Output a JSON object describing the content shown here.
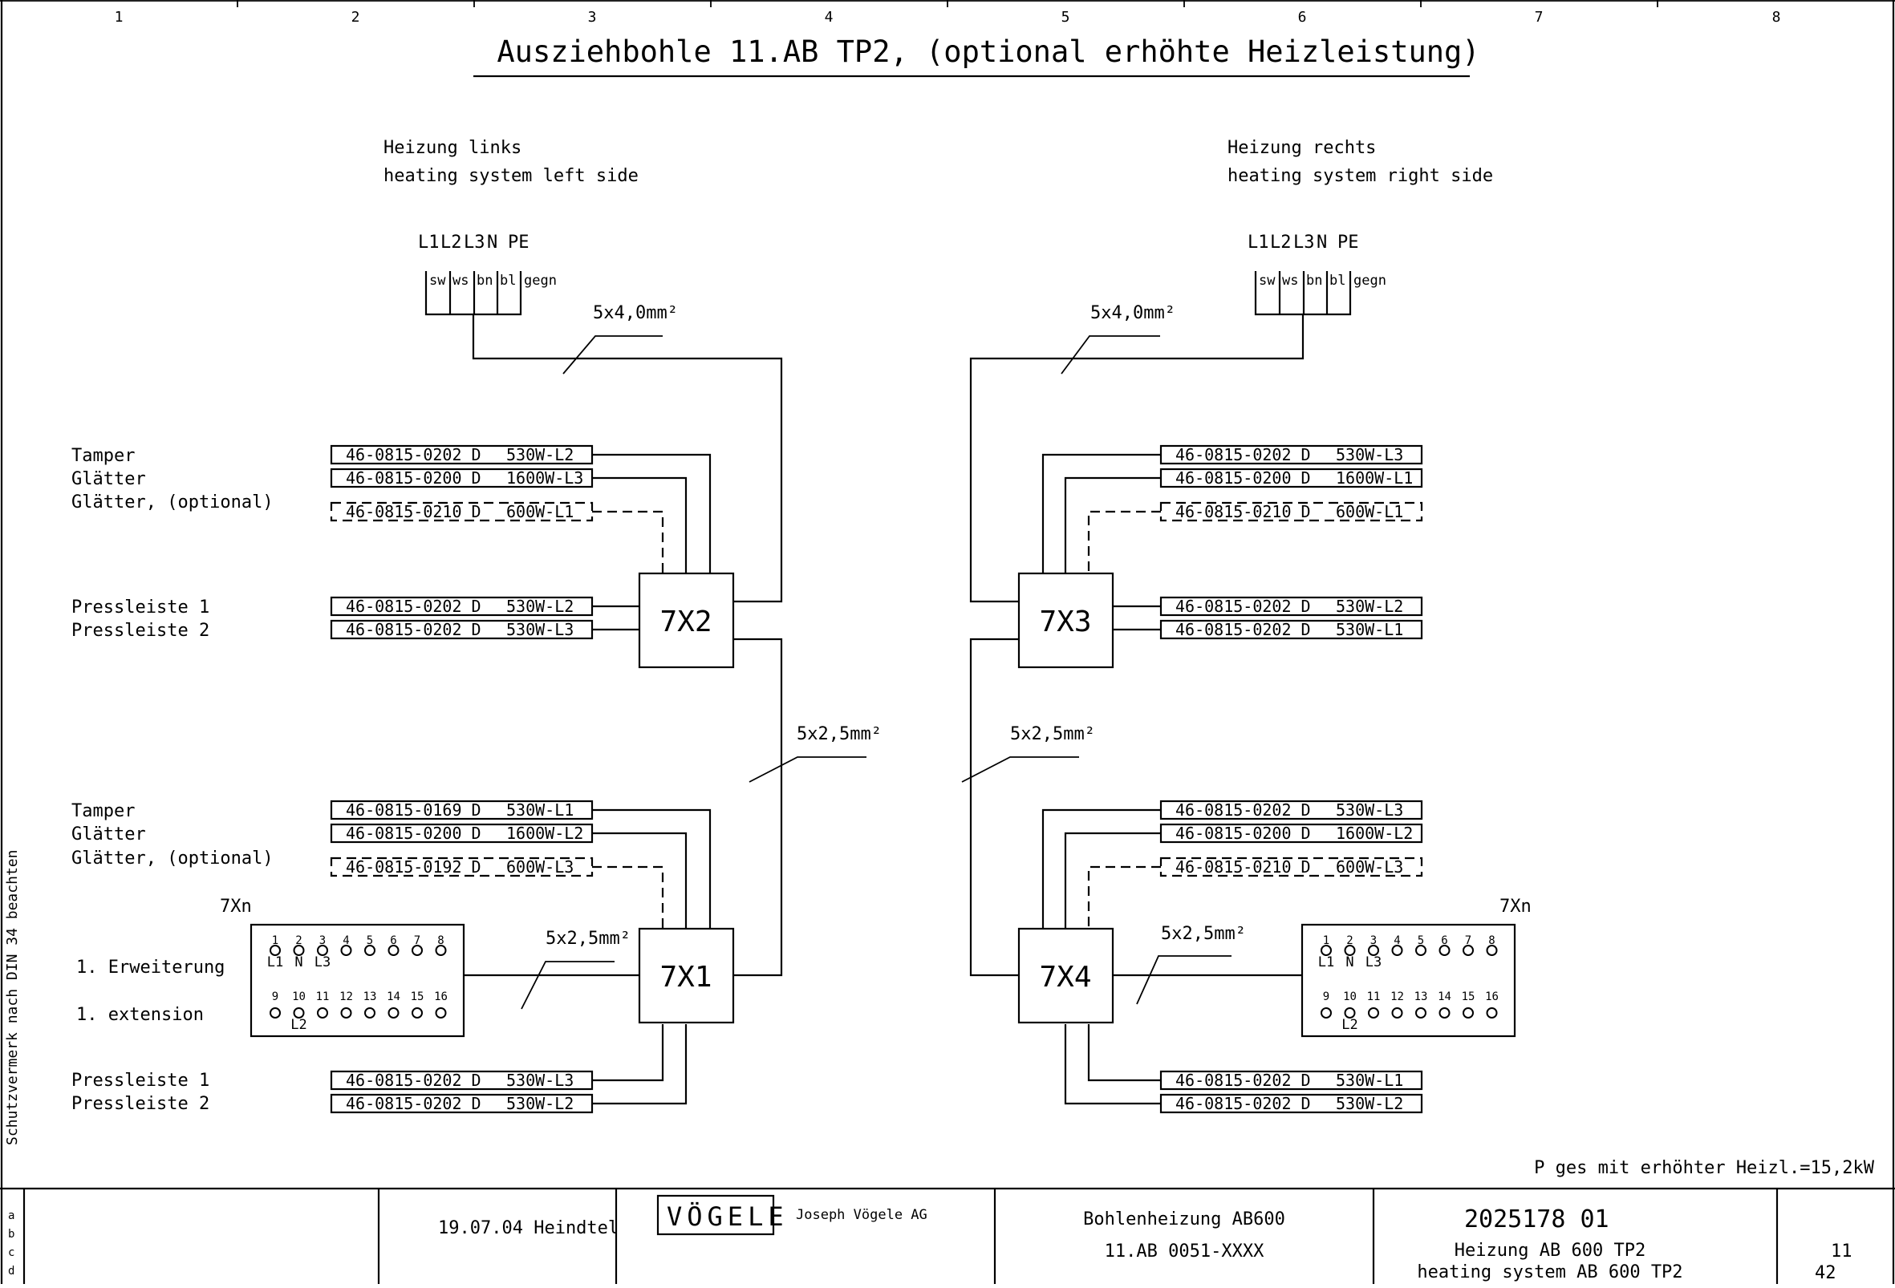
{
  "title": "Ausziehbohle 11.AB TP2, (optional erhöhte Heizleistung)",
  "grid_columns": [
    "1",
    "2",
    "3",
    "4",
    "5",
    "6",
    "7",
    "8"
  ],
  "side_note": "Schutzvermerk nach DIN 34 beachten",
  "total_power": "P ges mit erhöhter Heizl.=15,2kW",
  "left": {
    "heading_de": "Heizung links",
    "heading_en": "heating system left side",
    "phases": [
      "L1",
      "L2",
      "L3",
      "N",
      "PE"
    ],
    "colors": [
      "sw",
      "ws",
      "bn",
      "bl",
      "gegn"
    ],
    "cable_main": "5x4,0mm²",
    "cable_mid": "5x2,5mm²",
    "cable_ext": "5x2,5mm²",
    "ext_label": "7Xn",
    "ext_de": "1. Erweiterung",
    "ext_en": "1. extension"
  },
  "right": {
    "heading_de": "Heizung rechts",
    "heading_en": "heating system right side",
    "phases": [
      "L1",
      "L2",
      "L3",
      "N",
      "PE"
    ],
    "colors": [
      "sw",
      "ws",
      "bn",
      "bl",
      "gegn"
    ],
    "cable_main": "5x4,0mm²",
    "cable_mid": "5x2,5mm²",
    "cable_ext": "5x2,5mm²",
    "ext_label": "7Xn"
  },
  "connectors": [
    "7X2",
    "7X1",
    "7X3",
    "7X4"
  ],
  "left_upper_labels": [
    "Tamper",
    "Glätter",
    "Glätter, (optional)",
    "Pressleiste 1",
    "Pressleiste 2"
  ],
  "left_lower_labels": [
    "Tamper",
    "Glätter",
    "Glätter, (optional)",
    "Pressleiste 1",
    "Pressleiste 2"
  ],
  "elements": {
    "l7x2": [
      {
        "part": "46-0815-0202 D",
        "rating": "530W-L2"
      },
      {
        "part": "46-0815-0200 D",
        "rating": "1600W-L3"
      },
      {
        "part": "46-0815-0210 D",
        "rating": "600W-L1"
      },
      {
        "part": "46-0815-0202 D",
        "rating": "530W-L2"
      },
      {
        "part": "46-0815-0202 D",
        "rating": "530W-L3"
      }
    ],
    "l7x1": [
      {
        "part": "46-0815-0169 D",
        "rating": "530W-L1"
      },
      {
        "part": "46-0815-0200 D",
        "rating": "1600W-L2"
      },
      {
        "part": "46-0815-0192 D",
        "rating": "600W-L3"
      },
      {
        "part": "46-0815-0202 D",
        "rating": "530W-L3"
      },
      {
        "part": "46-0815-0202 D",
        "rating": "530W-L2"
      }
    ],
    "r7x3": [
      {
        "part": "46-0815-0202 D",
        "rating": "530W-L3"
      },
      {
        "part": "46-0815-0200 D",
        "rating": "1600W-L1"
      },
      {
        "part": "46-0815-0210 D",
        "rating": "600W-L1"
      },
      {
        "part": "46-0815-0202 D",
        "rating": "530W-L2"
      },
      {
        "part": "46-0815-0202 D",
        "rating": "530W-L1"
      }
    ],
    "r7x4": [
      {
        "part": "46-0815-0202 D",
        "rating": "530W-L3"
      },
      {
        "part": "46-0815-0200 D",
        "rating": "1600W-L2"
      },
      {
        "part": "46-0815-0210 D",
        "rating": "600W-L3"
      },
      {
        "part": "46-0815-0202 D",
        "rating": "530W-L1"
      },
      {
        "part": "46-0815-0202 D",
        "rating": "530W-L2"
      }
    ]
  },
  "terminal": {
    "top_numbers": [
      "1",
      "2",
      "3",
      "4",
      "5",
      "6",
      "7",
      "8"
    ],
    "bottom_numbers": [
      "9",
      "10",
      "11",
      "12",
      "13",
      "14",
      "15",
      "16"
    ],
    "top_phase_labels": [
      "L1",
      "N",
      "L3"
    ],
    "bottom_phase_label": "L2"
  },
  "footer": {
    "revisions": [
      "a",
      "b",
      "c",
      "d"
    ],
    "date_author": "19.07.04 Heindtel",
    "logo": "VÖGELE",
    "company": "Joseph Vögele AG",
    "product": "Bohlenheizung AB600",
    "product_sub": "11.AB 0051-XXXX",
    "doc_number": "2025178 01",
    "doc_title_de": "Heizung AB 600 TP2",
    "doc_title_en": "heating system AB 600 TP2",
    "sheet": "11",
    "sheets_total": "42"
  }
}
